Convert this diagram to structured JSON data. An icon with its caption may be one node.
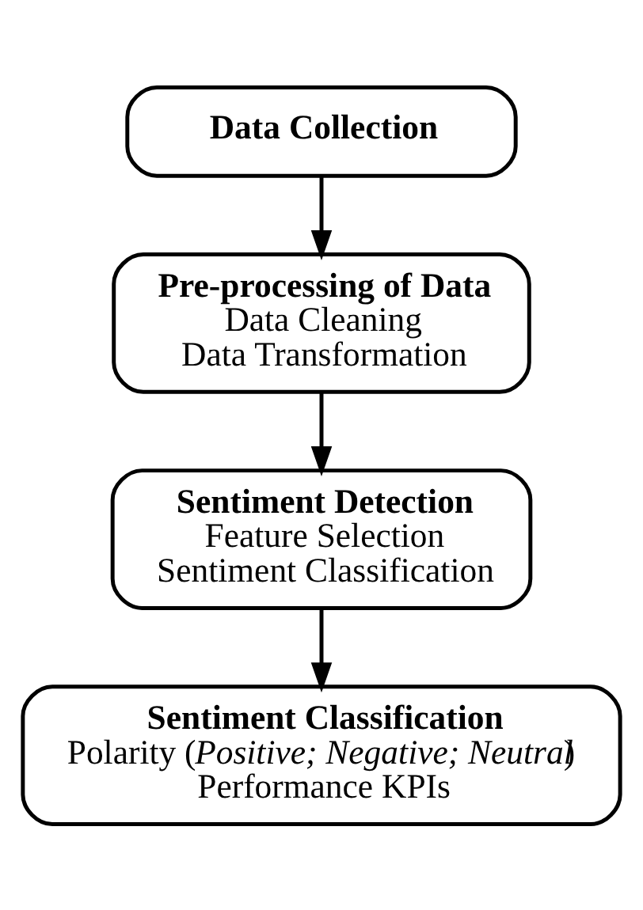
{
  "diagram": {
    "nodes": [
      {
        "text": [
          "Data Collection"
        ]
      },
      {
        "text": [
          "Pre-processing of Data",
          "Data Cleaning",
          "Data Transformation"
        ]
      },
      {
        "text": [
          "Sentiment Detection",
          "Feature Selection",
          "Sentiment Classification"
        ]
      },
      {
        "text": [
          "Sentiment Classification",
          "Polarity (*Positive; Negative; Neutral*)",
          "Performance KPIs"
        ]
      }
    ],
    "edges": [
      {
        "from": 0,
        "to": 1,
        "arrow": "to"
      },
      {
        "from": 1,
        "to": 2,
        "arrow": "to"
      },
      {
        "from": 2,
        "to": 3,
        "arrow": "to"
      }
    ]
  }
}
